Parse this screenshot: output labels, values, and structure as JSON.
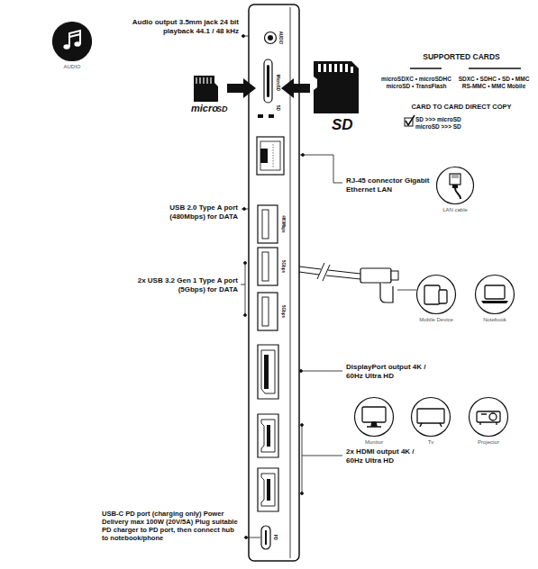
{
  "diagram": {
    "nodes": [
      {
        "text": [
          "AUDIO"
        ]
      },
      {
        "text": [
          "LAN cable"
        ]
      },
      {
        "text": [
          "Mobile Device"
        ]
      },
      {
        "text": [
          "Notebook"
        ]
      },
      {
        "text": [
          "Monitor"
        ]
      },
      {
        "text": [
          "Tv"
        ]
      },
      {
        "text": [
          "Projector"
        ]
      }
    ],
    "labels": [
      "Audio output 3.5mm jack 24 bit playback 44.1 / 48 kHz",
      "AUDIO",
      "micro",
      "SD",
      "MicroSD",
      "SD",
      "SD",
      "SUPPORTED CARDS",
      "microSDXC • microSDHC microSD • TransFlash",
      "SDXC • SDHC • SD • MMC RS-MMC • MMC Mobile",
      "CARD TO CARD DIRECT COPY",
      "SD >>> microSD microSD >>> SD",
      "RJ-45 connector Gigabit Ethernet LAN",
      "USB 2.0 Type A port (480Mbps) for DATA",
      "480Mbps",
      "2x USB 3.2 Gen 1 Type A port (5Gbps) for DATA",
      "5Gbps",
      "5Gbps",
      "DisplayPort output 4K / 60Hz Ultra HD",
      "2x HDMI output 4K / 60Hz Ultra HD",
      "USB-C PD port (charging only) Power Delivery max 100W (20V/5A) Plug suitable PD charger to PD port, then connect hub to notebook/phone",
      "PD"
    ]
  }
}
